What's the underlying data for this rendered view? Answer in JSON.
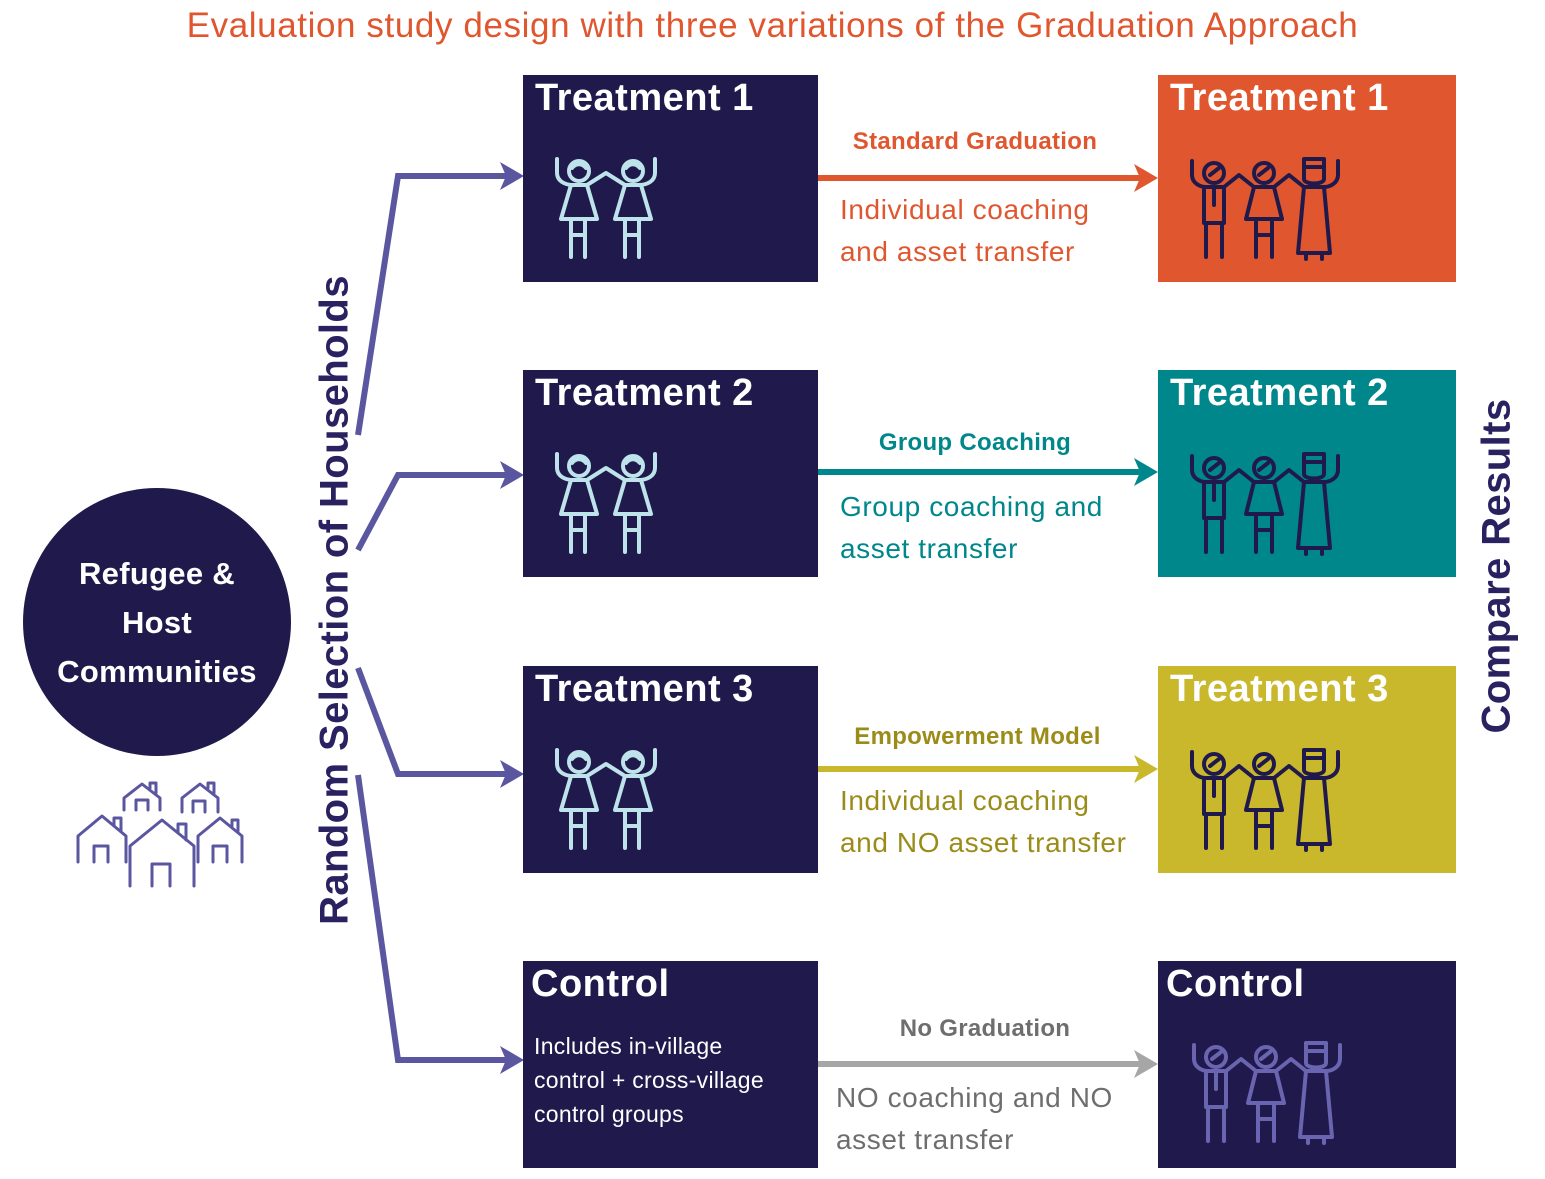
{
  "title": "Evaluation study design with three variations of the Graduation Approach",
  "population": {
    "line1": "Refugee &",
    "line2": "Host",
    "line3": "Communities"
  },
  "random_label": "Random Selection of Households",
  "compare_label": "Compare Results",
  "colors": {
    "navy": "#201a4c",
    "orange": "#e0562e",
    "teal": "#00878b",
    "olive": "#c9b82c",
    "olive_text": "#9b8c1a",
    "gray": "#a6a6a6",
    "gray_text": "#6e6e6e",
    "connector": "#5b56a0",
    "icon_light": "#bfe3ea",
    "icon_dark": "#201a4c",
    "icon_control": "#6a65b0"
  },
  "arms": [
    {
      "box_label": "Treatment 1",
      "arrow_label": "Standard Graduation",
      "desc_line1": "Individual coaching",
      "desc_line2": "and asset transfer",
      "result_label": "Treatment 1"
    },
    {
      "box_label": "Treatment 2",
      "arrow_label": "Group Coaching",
      "desc_line1": "Group coaching and",
      "desc_line2": "asset transfer",
      "result_label": "Treatment 2"
    },
    {
      "box_label": "Treatment 3",
      "arrow_label": "Empowerment Model",
      "desc_line1": "Individual coaching",
      "desc_line2": "and NO asset transfer",
      "result_label": "Treatment 3"
    },
    {
      "box_label": "Control",
      "box_desc1": "Includes in-village",
      "box_desc2": "control + cross-village",
      "box_desc3": "control groups",
      "arrow_label": "No Graduation",
      "desc_line1": "NO coaching and NO",
      "desc_line2": "asset transfer",
      "result_label": "Control"
    }
  ]
}
